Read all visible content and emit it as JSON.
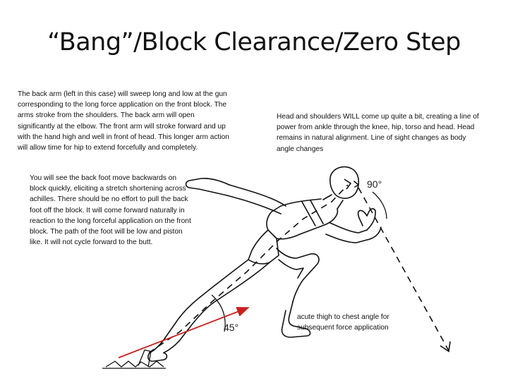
{
  "title": "“Bang”/Block Clearance/Zero Step",
  "notes": {
    "back_arm": "The back arm (left in this case) will sweep long and low at the gun corresponding to the long force application on the front block. The arms stroke from the shoulders. The back arm will open significantly at the elbow. The front arm will stroke forward and up with the hand high and well in front of head. This longer arm action will allow time for hip to extend forcefully and completely.",
    "head": "Head and shoulders WILL come up quite a bit, creating a line of power from ankle through the knee, hip, torso and head. Head remains in natural alignment. Line of sight changes as body angle changes",
    "back_foot": "You will see the back foot move backwards on block quickly, eliciting a stretch shortening across achilles. There should be no effort to pull the back foot off the block. It will come forward naturally in reaction to the long forceful application on the front block. The path of the foot will be low and piston like. It will not cycle forward to the butt.",
    "thigh": "acute thigh to chest angle for subsequent force application"
  },
  "angles": {
    "torso": "90°",
    "ankle": "45°"
  }
}
